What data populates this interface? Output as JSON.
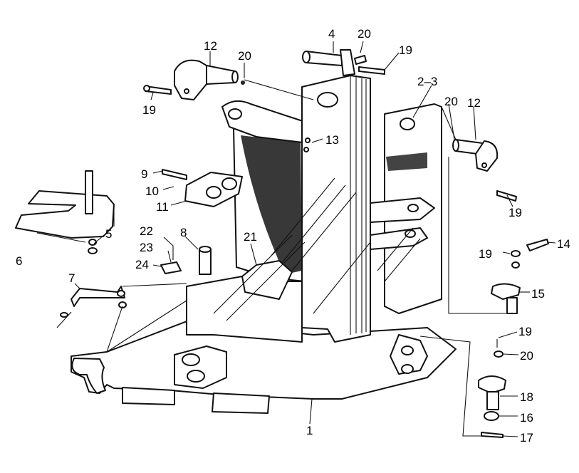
{
  "callouts": [
    {
      "key": "c1",
      "text": "1"
    },
    {
      "key": "c23a",
      "text": "2–3"
    },
    {
      "key": "c4",
      "text": "4"
    },
    {
      "key": "c5",
      "text": "5"
    },
    {
      "key": "c6",
      "text": "6"
    },
    {
      "key": "c7",
      "text": "7"
    },
    {
      "key": "c8",
      "text": "8"
    },
    {
      "key": "c9",
      "text": "9"
    },
    {
      "key": "c10",
      "text": "10"
    },
    {
      "key": "c11",
      "text": "11"
    },
    {
      "key": "c12a",
      "text": "12"
    },
    {
      "key": "c12b",
      "text": "12"
    },
    {
      "key": "c13",
      "text": "13"
    },
    {
      "key": "c14",
      "text": "14"
    },
    {
      "key": "c15",
      "text": "15"
    },
    {
      "key": "c16",
      "text": "16"
    },
    {
      "key": "c17",
      "text": "17"
    },
    {
      "key": "c18",
      "text": "18"
    },
    {
      "key": "c19a",
      "text": "19"
    },
    {
      "key": "c19b",
      "text": "19"
    },
    {
      "key": "c19c",
      "text": "19"
    },
    {
      "key": "c19d",
      "text": "19"
    },
    {
      "key": "c19e",
      "text": "19"
    },
    {
      "key": "c20a",
      "text": "20"
    },
    {
      "key": "c20b",
      "text": "20"
    },
    {
      "key": "c20c",
      "text": "20"
    },
    {
      "key": "c20d",
      "text": "20"
    },
    {
      "key": "c21",
      "text": "21"
    },
    {
      "key": "c22",
      "text": "22"
    },
    {
      "key": "c23",
      "text": "23"
    },
    {
      "key": "c24",
      "text": "24"
    }
  ]
}
